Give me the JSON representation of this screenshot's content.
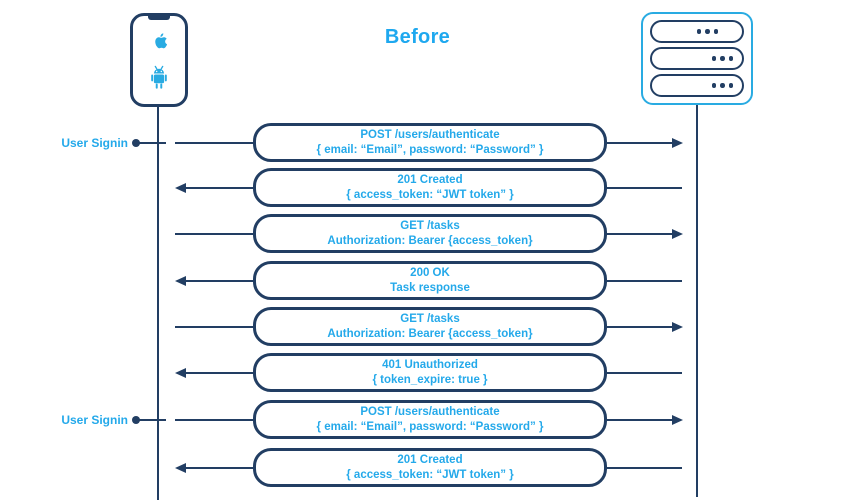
{
  "title": "Before",
  "colors": {
    "accent_cyan": "#29abe2",
    "navy": "#223e63"
  },
  "actors": {
    "client": {
      "type": "mobile-device",
      "icons": [
        "apple-logo",
        "android-logo"
      ]
    },
    "server": {
      "type": "server-stack",
      "rows": 3
    }
  },
  "annotations": {
    "user_signin_1": "User Signin",
    "user_signin_2": "User Signin"
  },
  "messages": [
    {
      "line1": "POST /users/authenticate",
      "line2": "{ email: “Email”, password: “Password” }",
      "direction": "right"
    },
    {
      "line1": "201 Created",
      "line2": "{ access_token: “JWT token” }",
      "direction": "left"
    },
    {
      "line1": "GET /tasks",
      "line2": "Authorization: Bearer {access_token}",
      "direction": "right"
    },
    {
      "line1": "200 OK",
      "line2": "Task response",
      "direction": "left"
    },
    {
      "line1": "GET /tasks",
      "line2": "Authorization: Bearer {access_token}",
      "direction": "right"
    },
    {
      "line1": "401 Unauthorized",
      "line2": "{ token_expire: true }",
      "direction": "left"
    },
    {
      "line1": "POST /users/authenticate",
      "line2": "{ email: “Email”, password: “Password” }",
      "direction": "right"
    },
    {
      "line1": "201 Created",
      "line2": "{ access_token: “JWT token” }",
      "direction": "left"
    }
  ]
}
